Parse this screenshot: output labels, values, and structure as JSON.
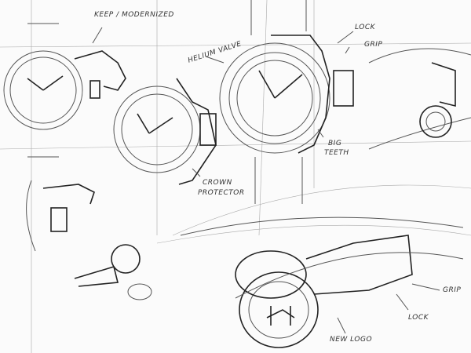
{
  "annotations": {
    "keep_modernized": "KEEP / MODERNIZED",
    "helium_valve": "HELIUM VALVE",
    "lock_top": "LOCK",
    "grip_top": "GRIP",
    "big_teeth_1": "BIG",
    "big_teeth_2": "TEETH",
    "crown_protector_1": "CROWN",
    "crown_protector_2": "PROTECTOR",
    "grip_bottom": "GRIP",
    "lock_bottom": "LOCK",
    "new_logo": "NEW LOGO"
  }
}
